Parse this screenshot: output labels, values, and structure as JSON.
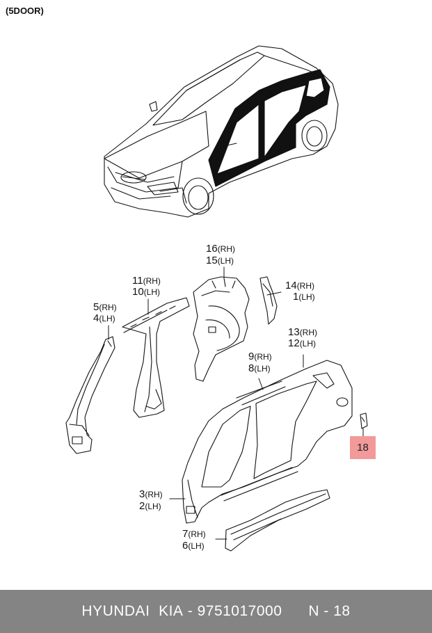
{
  "header": {
    "variant": "(5DOOR)"
  },
  "callouts": [
    {
      "id": "c16",
      "num": "16",
      "side": "(RH)"
    },
    {
      "id": "c15",
      "num": "15",
      "side": "(LH)"
    },
    {
      "id": "c11",
      "num": "11",
      "side": "(RH)"
    },
    {
      "id": "c10",
      "num": "10",
      "side": "(LH)"
    },
    {
      "id": "c14",
      "num": "14",
      "side": "(RH)"
    },
    {
      "id": "c1",
      "num": "1",
      "side": "(LH)"
    },
    {
      "id": "c5",
      "num": "5",
      "side": "(RH)"
    },
    {
      "id": "c4",
      "num": "4",
      "side": "(LH)"
    },
    {
      "id": "c13",
      "num": "13",
      "side": "(RH)"
    },
    {
      "id": "c12",
      "num": "12",
      "side": "(LH)"
    },
    {
      "id": "c9",
      "num": "9",
      "side": "(RH)"
    },
    {
      "id": "c8",
      "num": "8",
      "side": "(LH)"
    },
    {
      "id": "c3",
      "num": "3",
      "side": "(RH)"
    },
    {
      "id": "c2",
      "num": "2",
      "side": "(LH)"
    },
    {
      "id": "c7",
      "num": "7",
      "side": "(RH)"
    },
    {
      "id": "c6",
      "num": "6",
      "side": "(LH)"
    }
  ],
  "highlight": {
    "num": "18",
    "color": "#f29a9a"
  },
  "footer": {
    "brand": "HYUNDAI  KIA",
    "part_number": "9751017000",
    "page": "N - 18"
  }
}
